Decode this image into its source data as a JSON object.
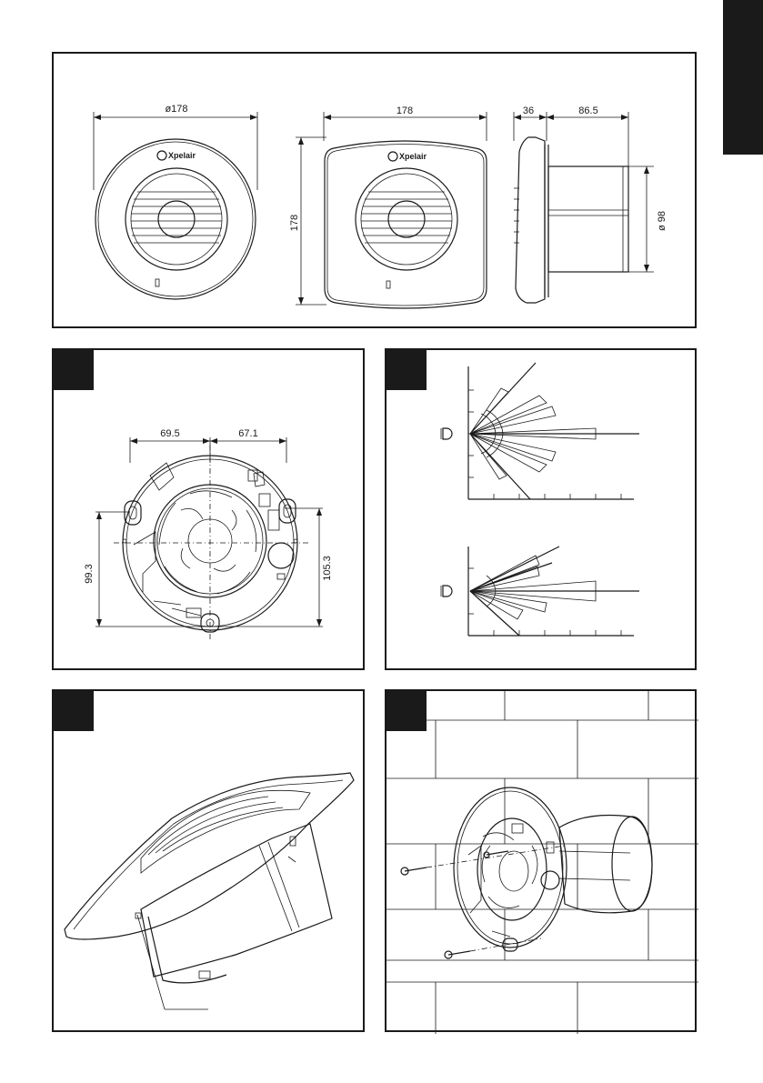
{
  "colors": {
    "ink": "#1a1a1a",
    "paper": "#ffffff"
  },
  "dimensions": {
    "round_diameter": "ø178",
    "square_width": "178",
    "square_height": "178",
    "depth_flange": "36",
    "depth_body": "86.5",
    "spigot_diameter": "ø 98",
    "mount_left": "69.5",
    "mount_right": "67.1",
    "mount_left_height": "99.3",
    "mount_right_height": "105.3"
  },
  "brand": {
    "logo_text": "Xpelair"
  },
  "icons": {
    "sensor_top": "sensor-lens-icon",
    "sensor_bottom": "sensor-lens-icon"
  }
}
